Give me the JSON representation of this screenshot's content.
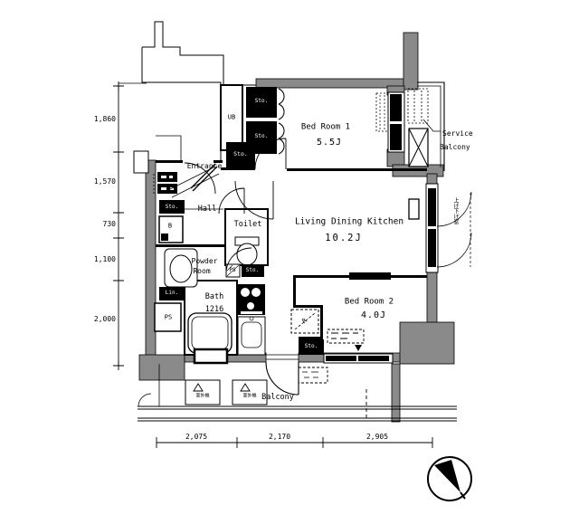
{
  "meta": {
    "drawing_type": "apartment floor plan"
  },
  "rooms": {
    "bedroom1": {
      "name": "Bed Room 1",
      "area": "5.5J"
    },
    "living_dining_kitchen": {
      "name": "Living Dining Kitchen",
      "area": "10.2J"
    },
    "bedroom2": {
      "name": "Bed Room 2",
      "area": "4.0J"
    },
    "entrance": {
      "name": "Entrance"
    },
    "hall": {
      "name": "Hall"
    },
    "toilet": {
      "name": "Toilet"
    },
    "powder_room": {
      "name_line1": "Powder",
      "name_line2": "Room"
    },
    "bath": {
      "name": "Bath",
      "module": "1216"
    },
    "balcony": {
      "name": "Balcony"
    },
    "service_balcony": {
      "name_line1": "Service",
      "name_line2": "Balcony"
    }
  },
  "fixture_labels": {
    "unit_bath": "UB",
    "storage": "Sto.",
    "linen": "Lin.",
    "pipe_space": "PS",
    "boiler": "B",
    "refrigerator": "R",
    "window_note": "上げ下げ窓",
    "outdoor_unit": "室外機"
  },
  "dimensions": {
    "left_mm": [
      "1,860",
      "1,570",
      "730",
      "1,100",
      "2,000"
    ],
    "bottom_mm": [
      "2,075",
      "2,170",
      "2,905"
    ]
  },
  "colors": {
    "wall": "#8a8a8a",
    "line": "#000000",
    "background": "#ffffff"
  }
}
